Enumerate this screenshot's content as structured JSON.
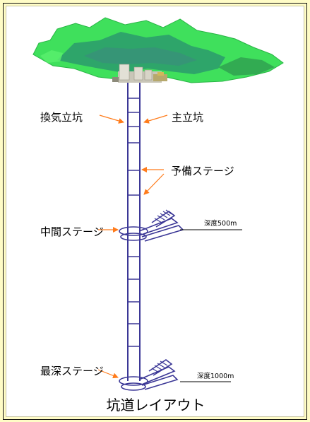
{
  "labels": {
    "exhaust_shaft": "換気立坑",
    "main_shaft": "主立坑",
    "spare_stage": "予備ステージ",
    "middle_stage": "中間ステージ",
    "deepest_stage": "最深ステージ",
    "depth_500": "深度500m",
    "depth_1000": "深度1000m"
  },
  "caption": "坑道レイアウト",
  "colors": {
    "frame_background": "#fffcc6",
    "terrain": "#3fe05c",
    "terrain_shade": "#2c9a6c",
    "shaft": "#3b3796",
    "arrow": "#ff7b1a"
  }
}
